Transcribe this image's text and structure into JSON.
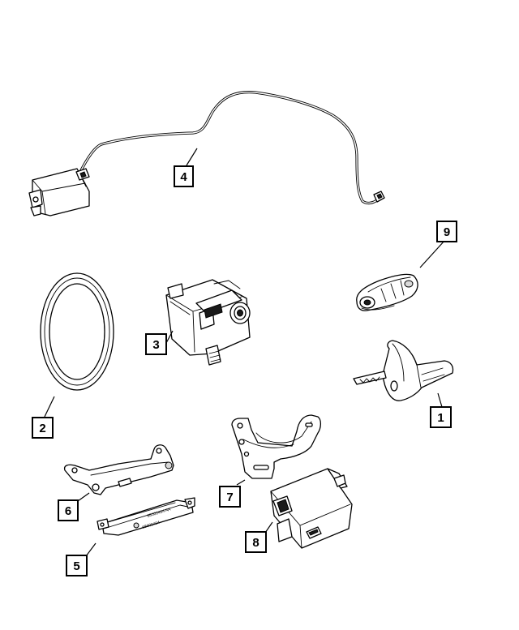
{
  "callouts": [
    {
      "id": "1",
      "label": "1"
    },
    {
      "id": "2",
      "label": "2"
    },
    {
      "id": "3",
      "label": "3"
    },
    {
      "id": "4",
      "label": "4"
    },
    {
      "id": "5",
      "label": "5"
    },
    {
      "id": "6",
      "label": "6"
    },
    {
      "id": "7",
      "label": "7"
    },
    {
      "id": "8",
      "label": "8"
    },
    {
      "id": "9",
      "label": "9"
    }
  ],
  "part_markings": {
    "module_5_line1": "68000404 AA",
    "module_5_line2": "68000404"
  }
}
